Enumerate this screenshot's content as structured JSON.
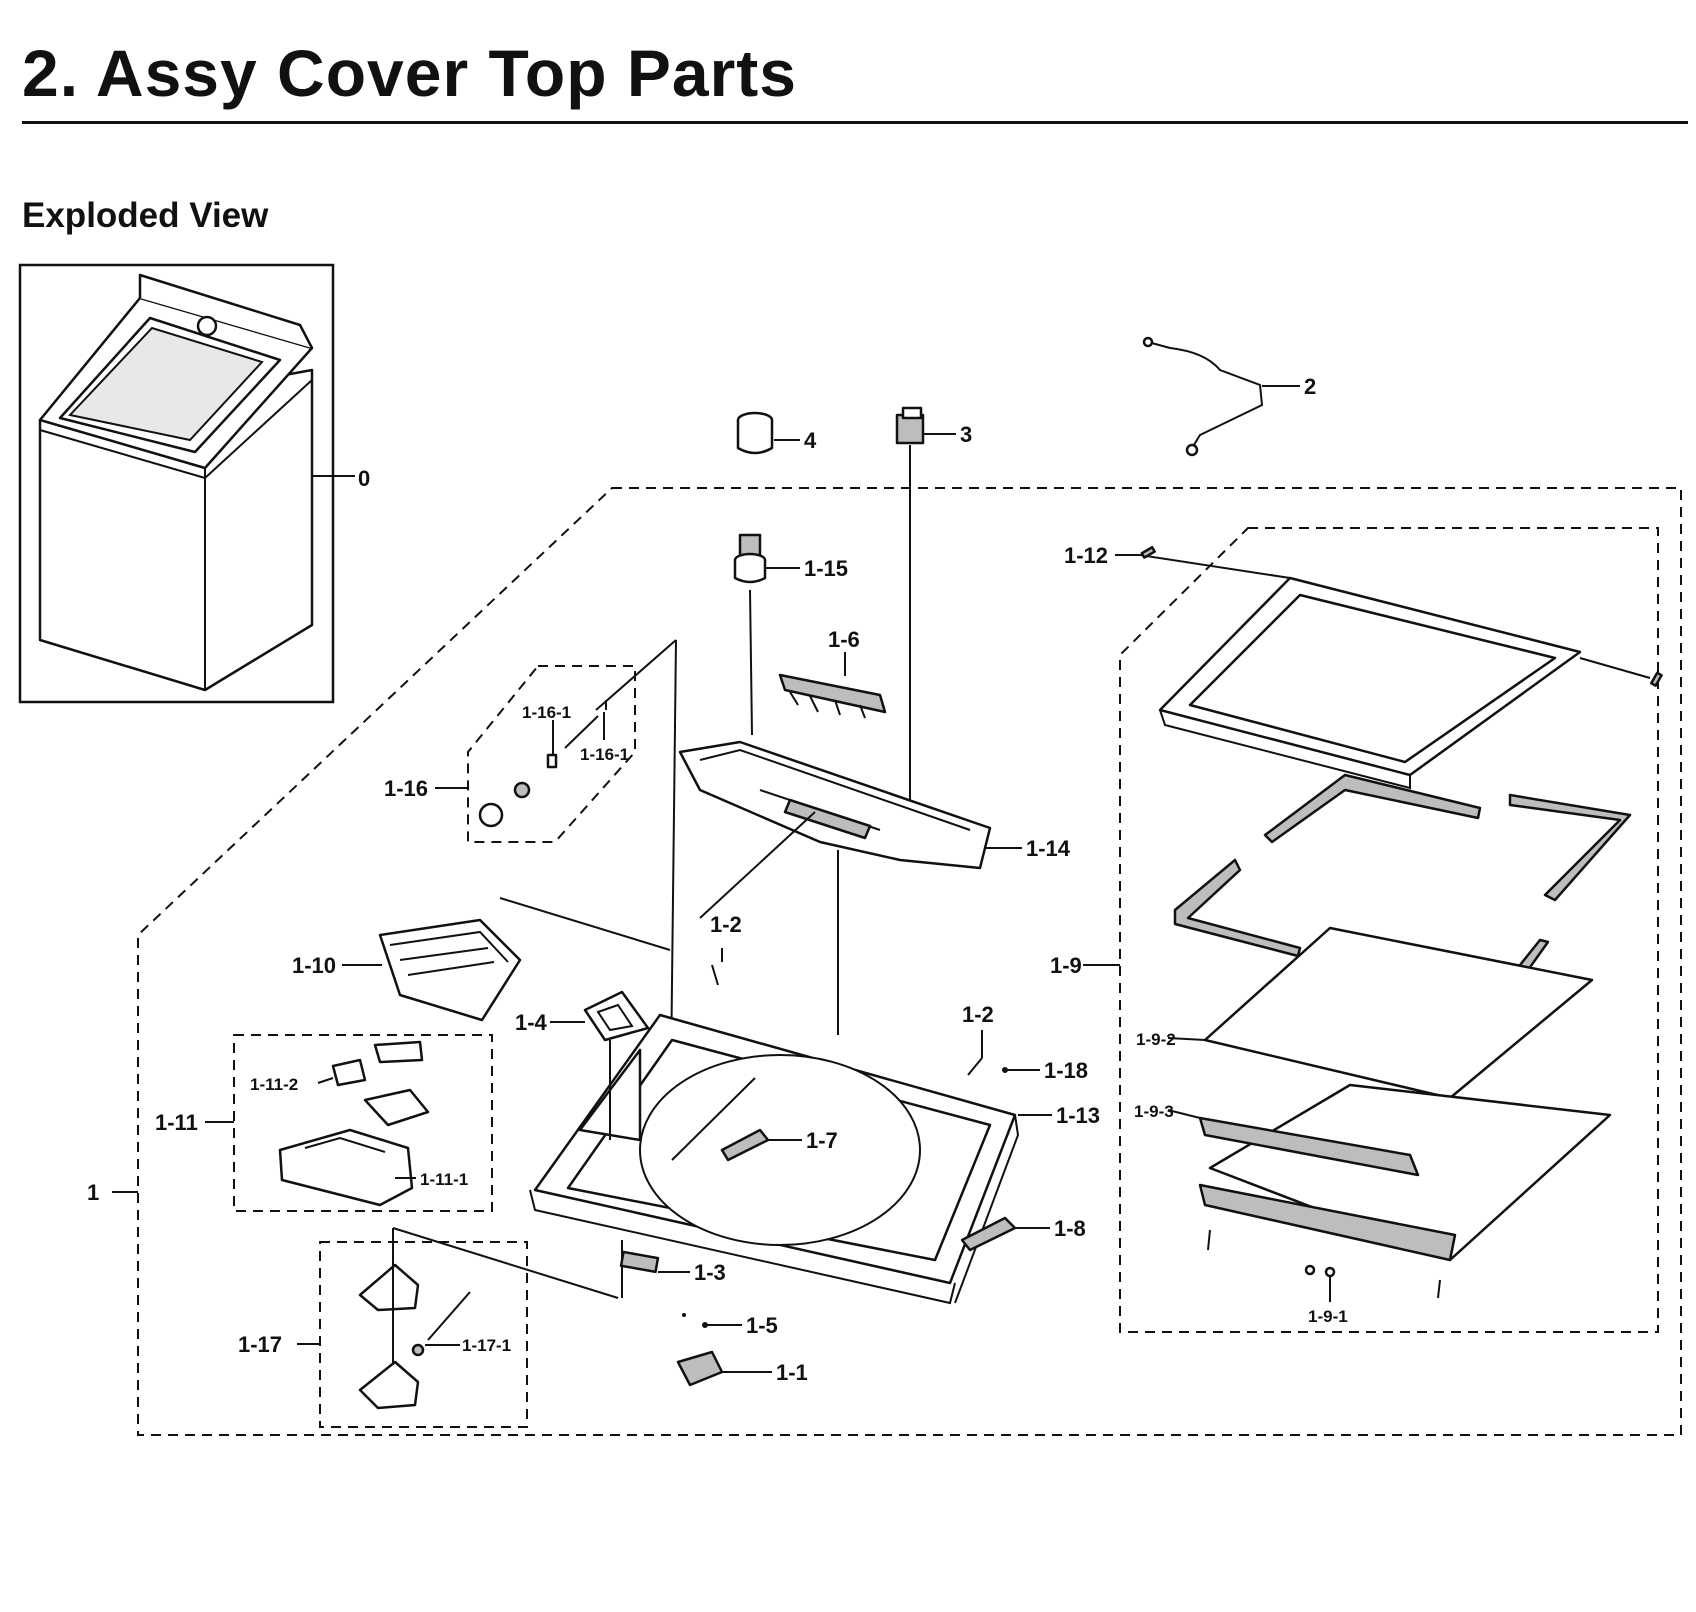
{
  "header": {
    "title": "2.  Assy Cover Top Parts",
    "subtitle": "Exploded View"
  },
  "callouts": {
    "c0": "0",
    "c1": "1",
    "c2": "2",
    "c3": "3",
    "c4": "4",
    "c1_1": "1-1",
    "c1_2a": "1-2",
    "c1_2b": "1-2",
    "c1_3": "1-3",
    "c1_4": "1-4",
    "c1_5": "1-5",
    "c1_6": "1-6",
    "c1_7": "1-7",
    "c1_8": "1-8",
    "c1_9": "1-9",
    "c1_9_1": "1-9-1",
    "c1_9_2": "1-9-2",
    "c1_9_3": "1-9-3",
    "c1_10": "1-10",
    "c1_11": "1-11",
    "c1_11_1": "1-11-1",
    "c1_11_2": "1-11-2",
    "c1_12": "1-12",
    "c1_13": "1-13",
    "c1_14": "1-14",
    "c1_15": "1-15",
    "c1_16": "1-16",
    "c1_16_1a": "1-16-1",
    "c1_16_1b": "1-16-1",
    "c1_17": "1-17",
    "c1_17_1": "1-17-1",
    "c1_18": "1-18"
  }
}
